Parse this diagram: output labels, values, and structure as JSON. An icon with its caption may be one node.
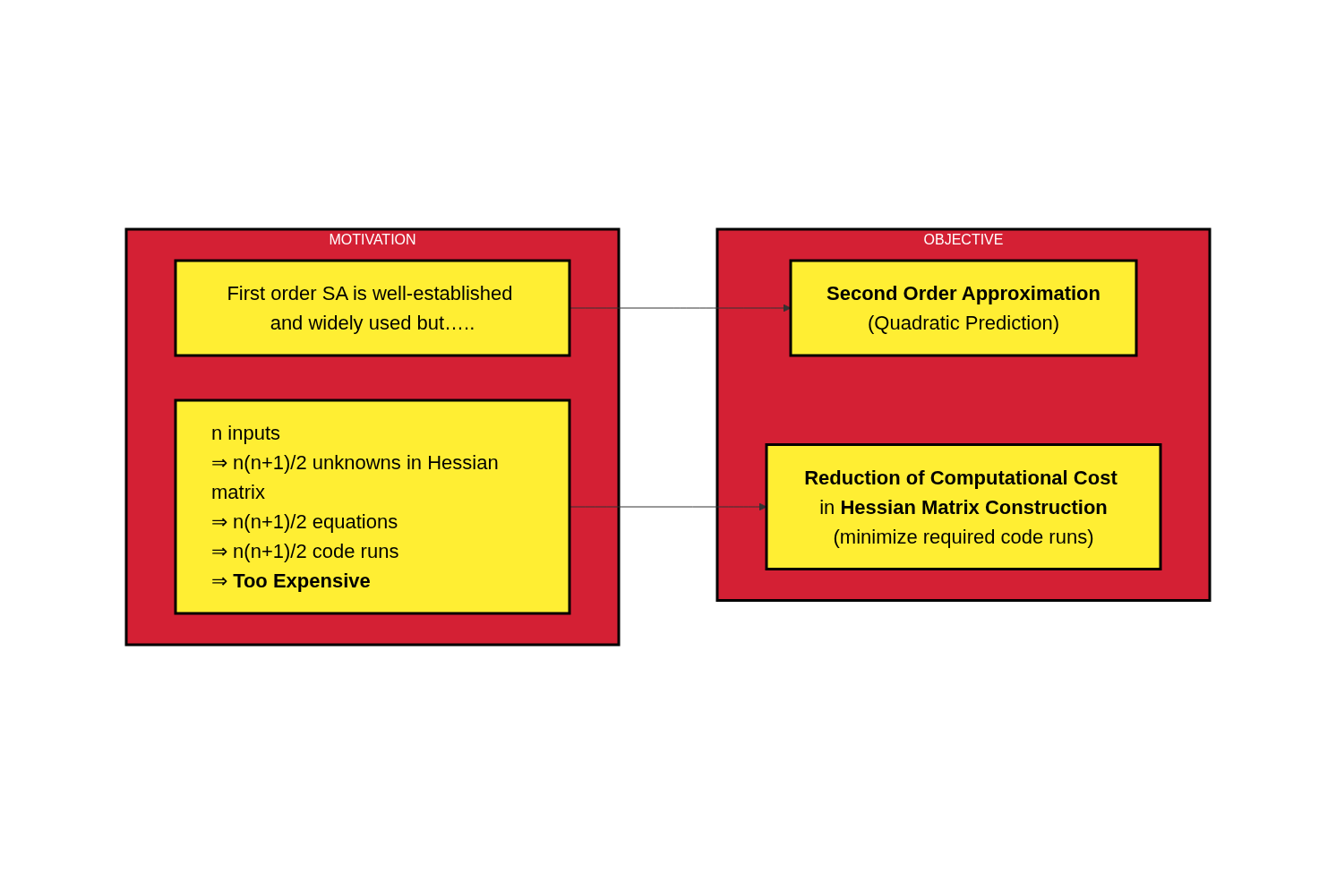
{
  "diagram": {
    "nodes": [
      {
        "text": [
          "MOTIVATION"
        ]
      },
      {
        "text": [
          "First order SA is well-established and widely used but….."
        ],
        "in": 0
      },
      {
        "text": [
          "n inputs",
          "⇒ n(n+1)/2 unknowns in Hessian matrix",
          "⇒ n(n+1)/2 equations",
          "⇒ n(n+1)/2 code runs",
          "⇒ **Too Expensive**"
        ],
        "in": 0
      },
      {
        "text": [
          "OBJECTIVE"
        ]
      },
      {
        "text": [
          "Second Order Approximation",
          "(Quadratic Prediction)"
        ],
        "in": 3
      },
      {
        "text": [
          "**Reduction of Computational Cost** in **Hessian Matrix Construction**",
          "(minimize required code runs)"
        ],
        "in": 3
      }
    ],
    "edges": [
      {
        "from": 1,
        "to": 4,
        "arrow": "to"
      },
      {
        "from": 2,
        "to": 5,
        "arrow": "to"
      }
    ]
  }
}
